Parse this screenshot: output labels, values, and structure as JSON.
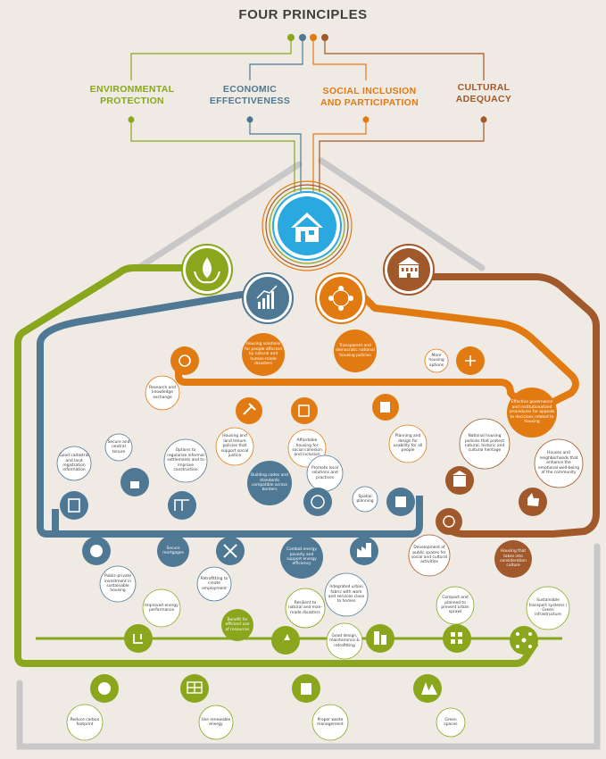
{
  "title": "FOUR PRINCIPLES",
  "principles": [
    {
      "line1": "ENVIRONMENTAL",
      "line2": "PROTECTION",
      "color": "#8aa61c"
    },
    {
      "line1": "ECONOMIC",
      "line2": "EFFECTIVENESS",
      "color": "#4f7895"
    },
    {
      "line1": "SOCIAL INCLUSION",
      "line2": "AND PARTICIPATION",
      "color": "#e27a12"
    },
    {
      "line1": "CULTURAL",
      "line2": "ADEQUACY",
      "color": "#a1582a"
    }
  ],
  "colors": {
    "green": "#8aa61c",
    "blue": "#4f7895",
    "orange": "#e27a12",
    "brown": "#a1582a",
    "center": "#2aa9e0",
    "background": "#efeae3",
    "frame": "#c4c4c4"
  },
  "icons": {
    "center": "house-icon",
    "green": "hands-leaf-icon",
    "blue": "growth-chart-icon",
    "orange": "people-circle-icon",
    "brown": "heritage-building-icon"
  },
  "orange_items": [
    "Research and knowledge exchange",
    "Housing solutions for people affected by natural and human-made disasters",
    "Transparent and democratic national housing policies",
    "More housing options",
    "Housing and land tenure policies that support social justice",
    "Affordable housing for social cohesion and inclusion",
    "Planning and design for usability for all people",
    "Effective governance and institutionalized procedures for appeals to decisions related to housing"
  ],
  "blue_items": [
    "Good cadastral and land registration information",
    "Secure and neutral tenure",
    "Options to regularize informal settlements and to improve construction",
    "Building codes and standards compatible across borders",
    "Promote local solutions and practices",
    "Spatial planning",
    "Secure mortgages",
    "Combat energy poverty and support energy efficiency",
    "Public-private investment in sustainable housing",
    "Retrofitting to create employment",
    "Integrated urban fabric with work and services close to homes"
  ],
  "brown_items": [
    "National housing policies that protect natural, historic and cultural heritage",
    "Houses and neighborhoods that enhance the emotional well-being of the community",
    "Development of public spaces for social and cultural activities",
    "Housing that takes into consideration culture"
  ],
  "green_items": [
    "Improved energy performance",
    "Benefit for efficient use of resources",
    "Resilient to natural and man-made disasters",
    "Good design, maintenance & retrofitting",
    "Compact and planned to prevent urban sprawl",
    "Sustainable transport systems / Green infrastructure",
    "Reduce carbon footprint",
    "Use renewable energy",
    "Proper waste management",
    "Green spaces"
  ]
}
